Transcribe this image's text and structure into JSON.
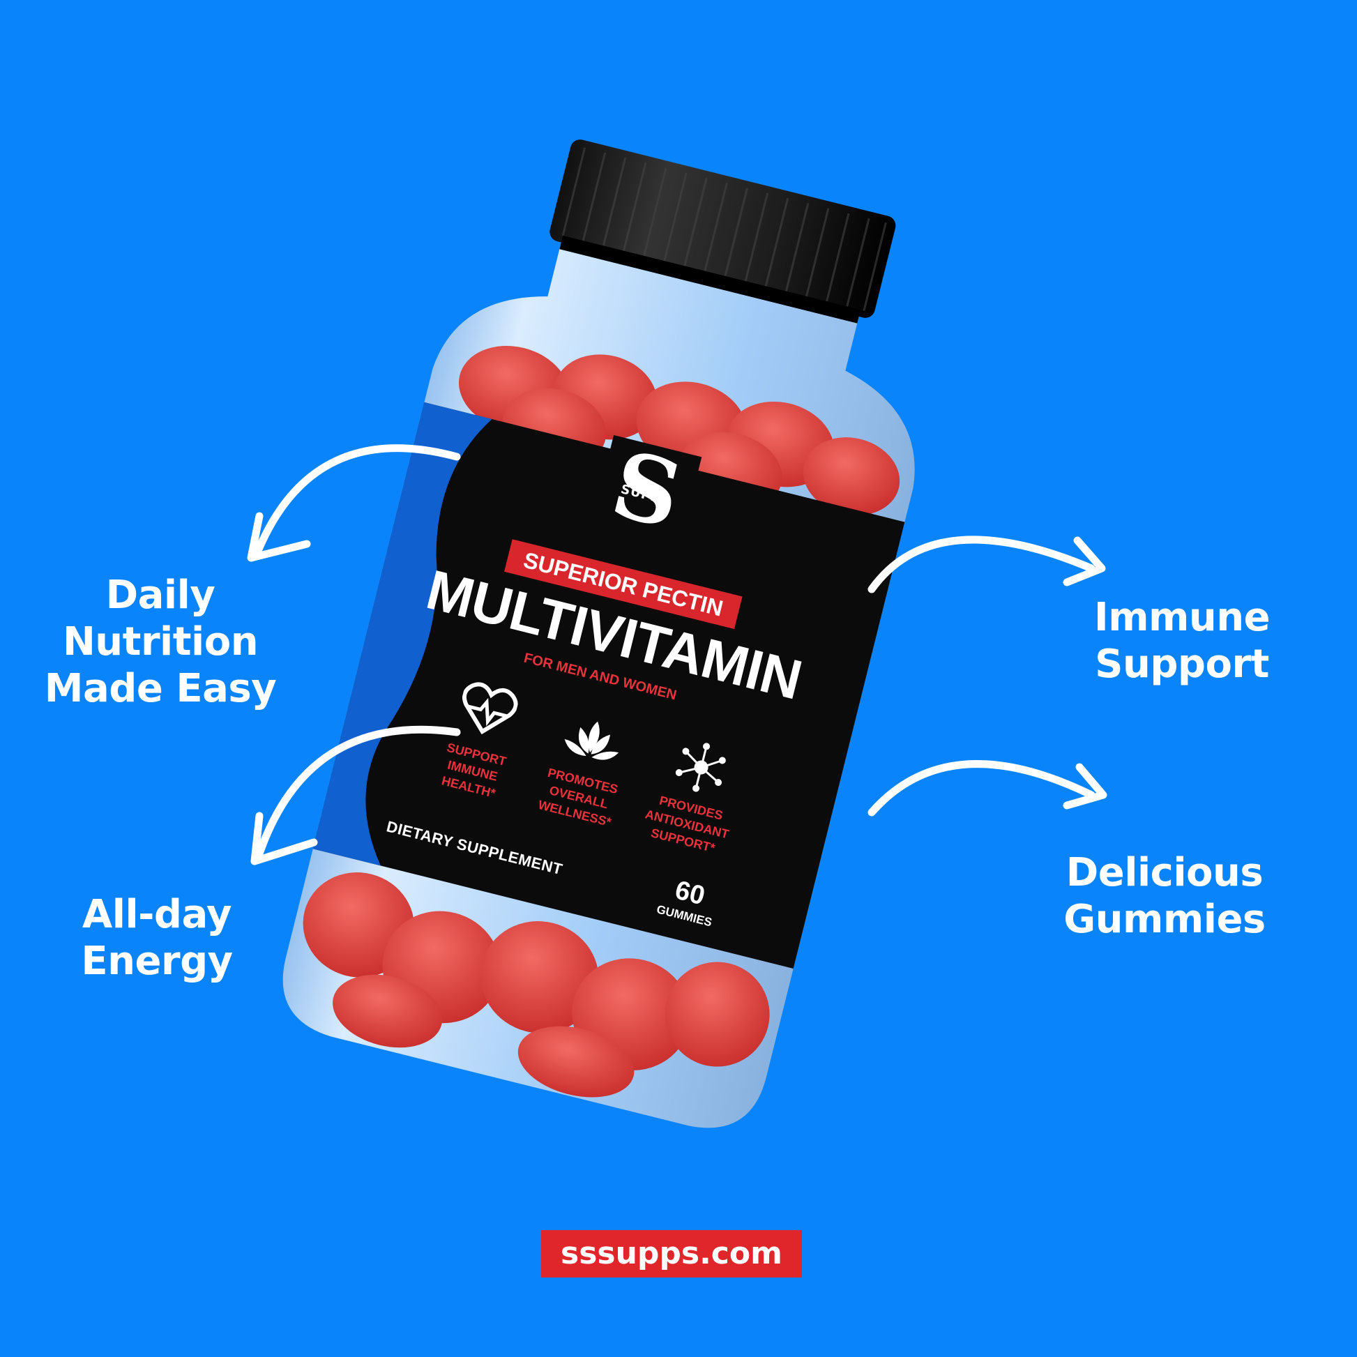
{
  "callouts": {
    "left_top": [
      "Daily",
      "Nutrition",
      "Made Easy"
    ],
    "left_bottom": [
      "All-day",
      "Energy"
    ],
    "right_top": [
      "Immune",
      "Support"
    ],
    "right_bottom": [
      "Delicious",
      "Gummies"
    ]
  },
  "product": {
    "brand": "SUPPS",
    "brand_mark": "S",
    "tagline": "SUPERIOR PECTIN",
    "name": "MULTIVITAMIN",
    "audience": "FOR MEN AND WOMEN",
    "benefits": [
      {
        "icon": "heart-pulse-icon",
        "lines": [
          "SUPPORT",
          "IMMUNE",
          "HEALTH*"
        ]
      },
      {
        "icon": "lotus-icon",
        "lines": [
          "PROMOTES",
          "OVERALL",
          "WELLNESS*"
        ]
      },
      {
        "icon": "molecule-icon",
        "lines": [
          "PROVIDES",
          "ANTIOXIDANT",
          "SUPPORT*"
        ]
      }
    ],
    "category": "DIETARY SUPPLEMENT",
    "count": "60",
    "count_unit": "GUMMIES"
  },
  "footer": {
    "url": "sssupps.com"
  },
  "colors": {
    "background": "#0a84fb",
    "label": "#0b0b0b",
    "accent_red": "#d8262c",
    "gummy": "#e0413f",
    "label_blue": "#1060d0"
  }
}
